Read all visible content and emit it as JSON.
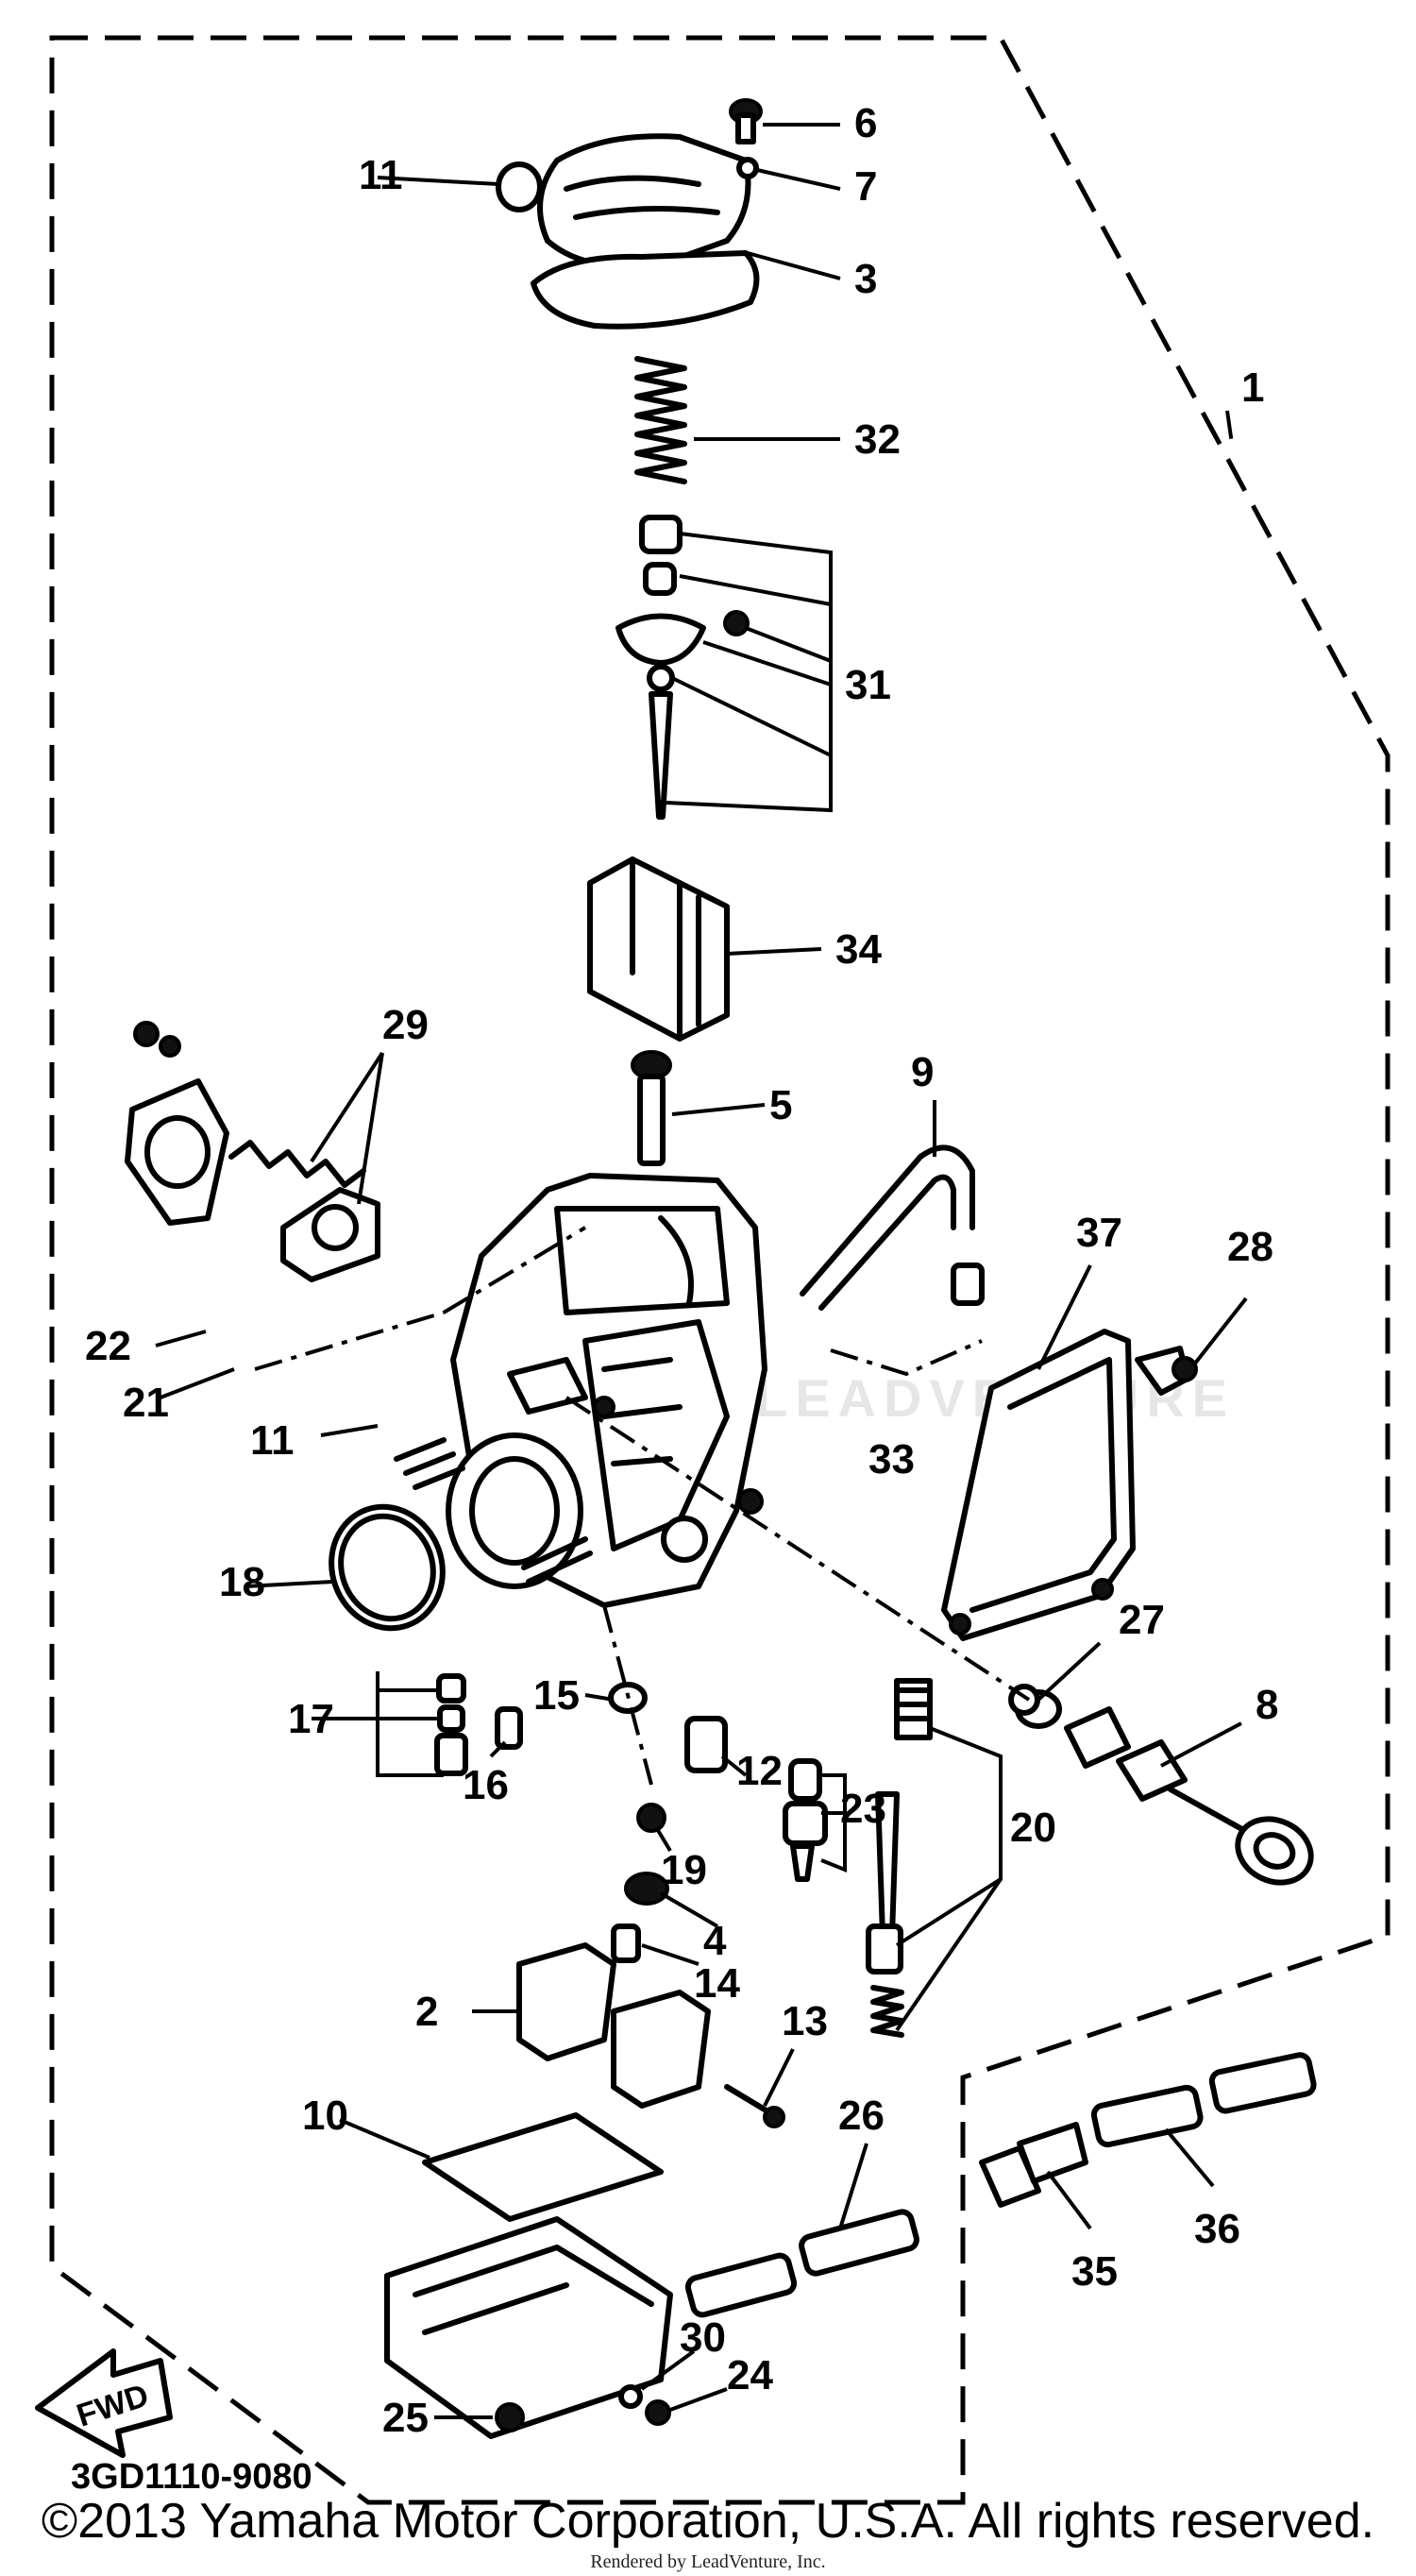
{
  "diagram": {
    "part_code": "3GD1110-9080",
    "fwd_label": "FWD",
    "watermark": "LEADVENTURE",
    "callouts": {
      "c1": "1",
      "c2": "2",
      "c3": "3",
      "c4": "4",
      "c5": "5",
      "c6": "6",
      "c7": "7",
      "c8": "8",
      "c9": "9",
      "c10": "10",
      "c11a": "11",
      "c11b": "11",
      "c12": "12",
      "c13": "13",
      "c14": "14",
      "c15": "15",
      "c16": "16",
      "c17": "17",
      "c18": "18",
      "c19": "19",
      "c20": "20",
      "c21": "21",
      "c22": "22",
      "c23": "23",
      "c24": "24",
      "c25": "25",
      "c26": "26",
      "c27": "27",
      "c28": "28",
      "c29": "29",
      "c30": "30",
      "c31": "31",
      "c32": "32",
      "c33": "33",
      "c34": "34",
      "c35": "35",
      "c36": "36",
      "c37": "37"
    }
  },
  "footer": {
    "copyright": "©2013 Yamaha Motor Corporation, U.S.A. All rights reserved.",
    "rendered_by": "Rendered by LeadVenture, Inc."
  }
}
